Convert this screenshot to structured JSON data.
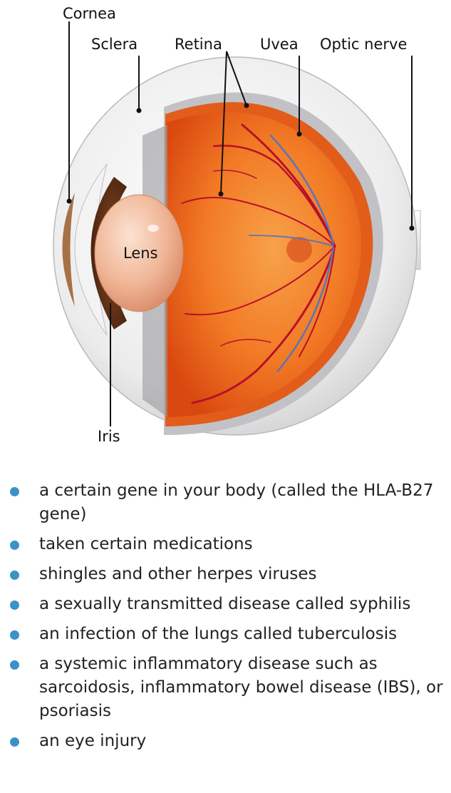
{
  "diagram": {
    "labels": {
      "cornea": "Cornea",
      "sclera": "Sclera",
      "retina": "Retina",
      "uvea": "Uvea",
      "optic_nerve": "Optic nerve",
      "lens": "Lens",
      "iris": "Iris"
    },
    "colors": {
      "sclera": "#e9e9ea",
      "retina_orange": "#f26b1f",
      "vessel_red": "#b8102a",
      "vessel_blue": "#5b74b8",
      "bullet": "#3a92c8"
    }
  },
  "list": {
    "items": [
      "a certain gene in your body (called the HLA-B27 gene)",
      "taken certain medications",
      "shingles and other herpes viruses",
      "a sexually transmitted disease called syphilis",
      "an infection of the lungs called tuberculosis",
      "a systemic inflammatory disease such as sarcoidosis, inflammatory bowel disease (IBS), or psoriasis",
      "an eye injury"
    ]
  }
}
